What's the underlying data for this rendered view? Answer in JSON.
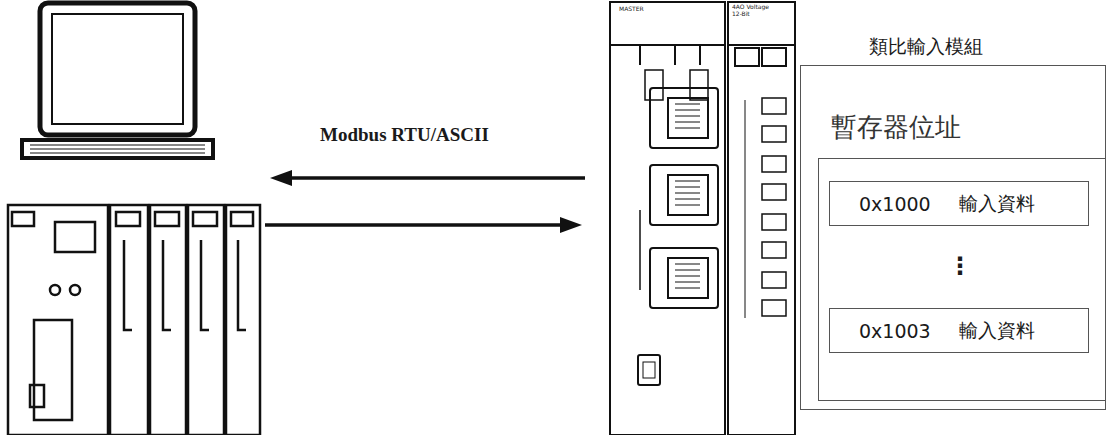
{
  "diagram": {
    "nodes": [
      {
        "text": [
          "類比輸入模組",
          "暫存器位址"
        ]
      },
      {
        "text": [
          "0x1000",
          "輸入資料"
        ],
        "in": 0
      },
      {
        "text": [
          "0x1003",
          "輸入資料"
        ],
        "in": 0
      }
    ],
    "labels": [
      "Modbus RTU/ASCII",
      "⋮",
      "MASTER",
      "4AO Voltage 12-Bit"
    ]
  }
}
